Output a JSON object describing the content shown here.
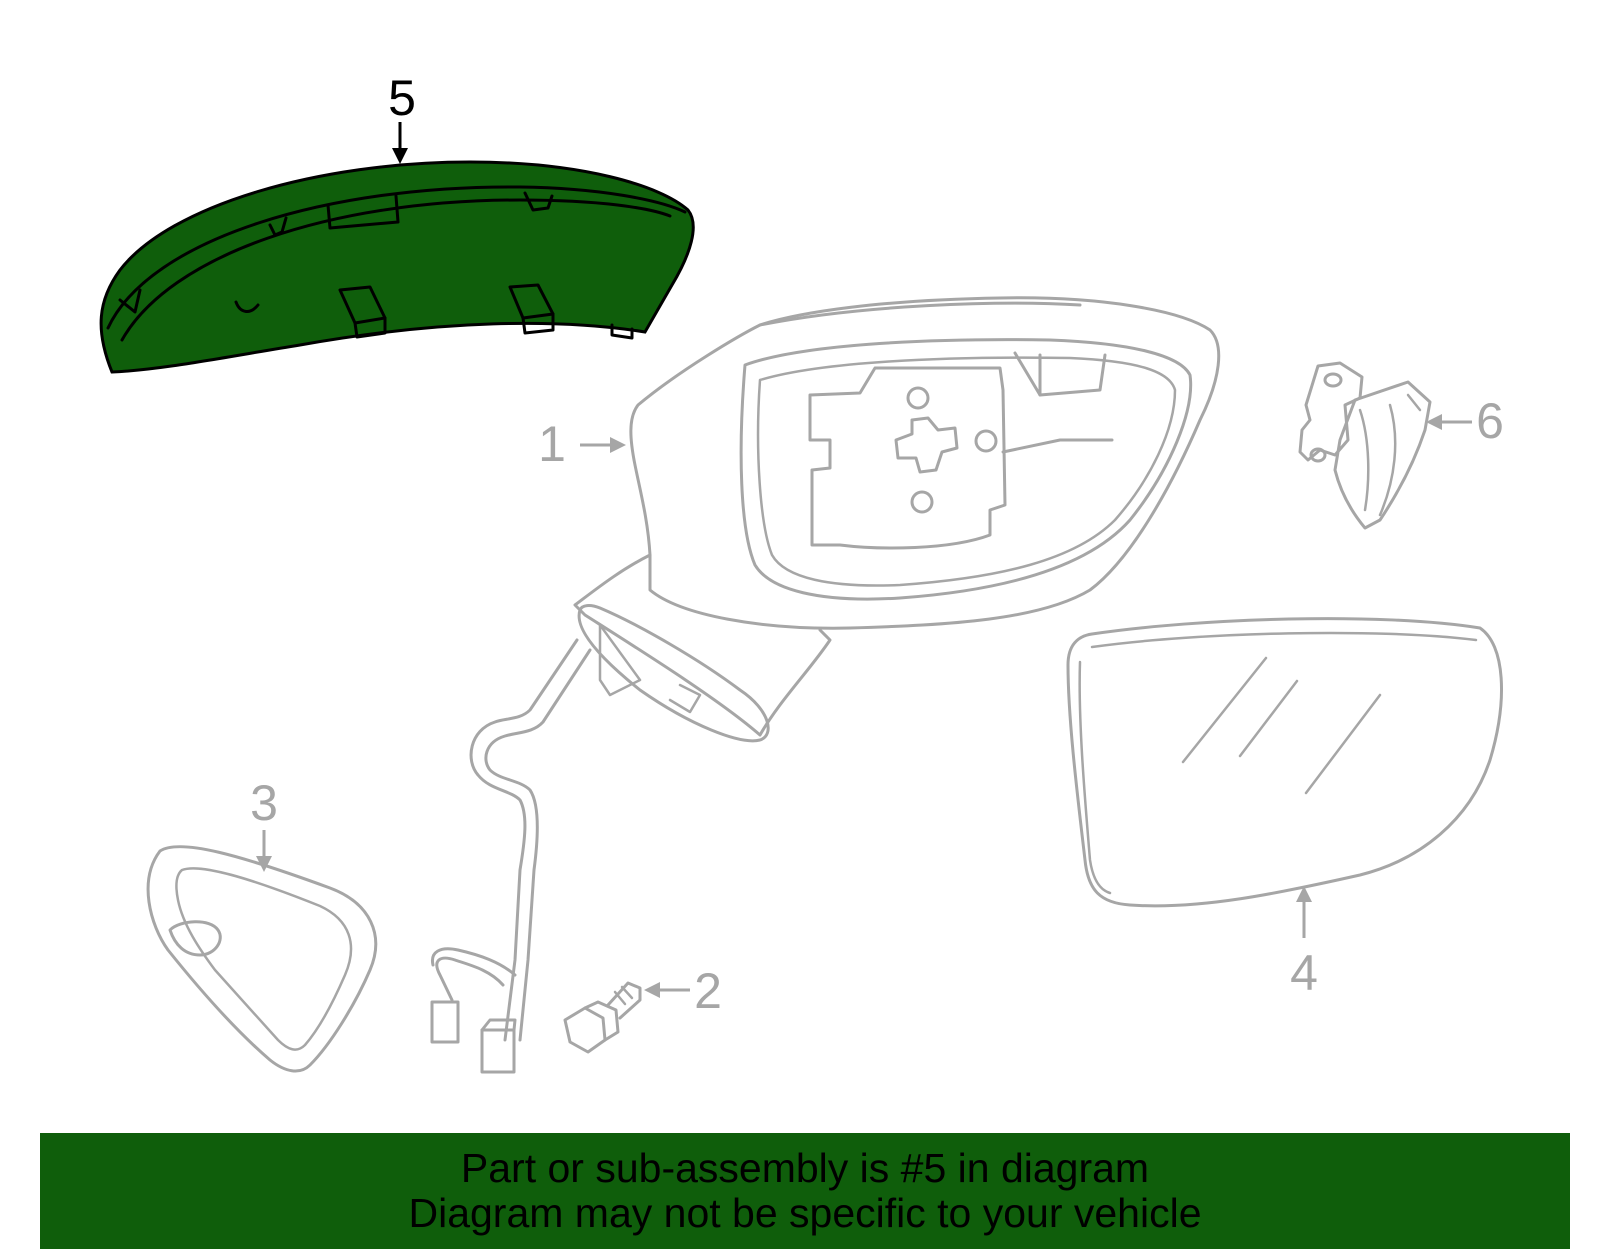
{
  "diagram": {
    "callouts": [
      {
        "number": "1",
        "selected": false
      },
      {
        "number": "2",
        "selected": false
      },
      {
        "number": "3",
        "selected": false
      },
      {
        "number": "4",
        "selected": false
      },
      {
        "number": "5",
        "selected": true
      },
      {
        "number": "6",
        "selected": false
      }
    ],
    "highlighted_part": "5"
  },
  "banner": {
    "line1": "Part or sub-assembly is #5 in diagram",
    "line2": "Diagram may not be specific to your vehicle"
  },
  "colors": {
    "highlight": "#0f5e0b",
    "banner": "#0f5e0b",
    "line_art": "#a6a6a6",
    "text": "#000000"
  }
}
